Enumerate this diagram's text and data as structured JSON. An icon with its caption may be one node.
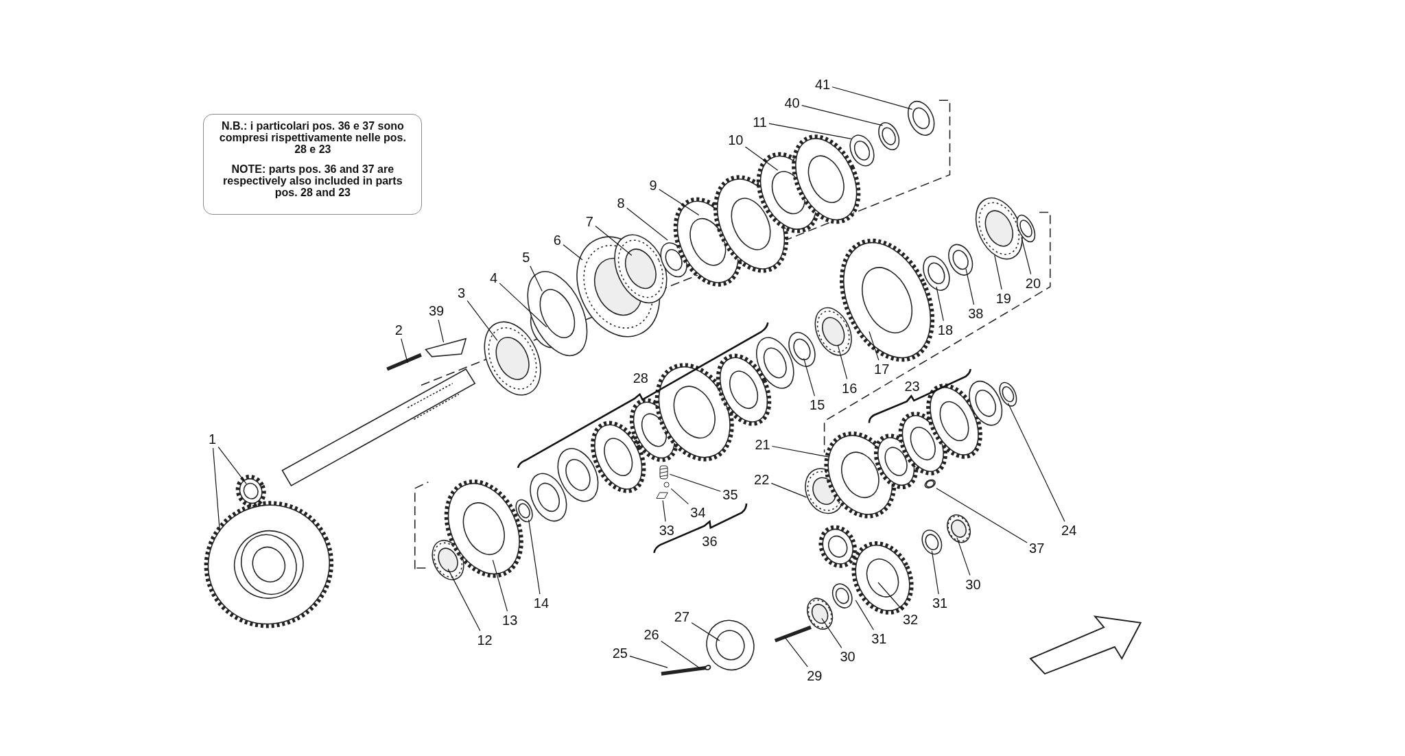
{
  "diagram": {
    "nodes": [
      {
        "text": [
          "N.B.: i particolari pos. 36 e 37 sono compresi rispettivamente nelle pos. 28 e 23",
          "NOTE: parts pos. 36 and 37 are respectively also included in parts pos. 28 and 23"
        ]
      },
      {
        "text": [
          "1"
        ]
      },
      {
        "text": [
          "41"
        ]
      },
      {
        "text": [
          "40"
        ]
      },
      {
        "text": [
          "11"
        ]
      },
      {
        "text": [
          "10"
        ]
      },
      {
        "text": [
          "9"
        ]
      },
      {
        "text": [
          "8"
        ]
      },
      {
        "text": [
          "7"
        ]
      },
      {
        "text": [
          "6"
        ]
      },
      {
        "text": [
          "5"
        ]
      },
      {
        "text": [
          "4"
        ]
      },
      {
        "text": [
          "3"
        ]
      },
      {
        "text": [
          "39"
        ]
      },
      {
        "text": [
          "2"
        ]
      },
      {
        "text": [
          "20"
        ]
      },
      {
        "text": [
          "19"
        ]
      },
      {
        "text": [
          "38"
        ]
      },
      {
        "text": [
          "18"
        ]
      },
      {
        "text": [
          "17"
        ]
      },
      {
        "text": [
          "16"
        ]
      },
      {
        "text": [
          "15"
        ]
      },
      {
        "text": [
          "21"
        ]
      },
      {
        "text": [
          "22"
        ]
      },
      {
        "text": [
          "35"
        ]
      },
      {
        "text": [
          "34"
        ]
      },
      {
        "text": [
          "33"
        ]
      },
      {
        "text": [
          "24"
        ]
      },
      {
        "text": [
          "37"
        ]
      },
      {
        "text": [
          "14"
        ]
      },
      {
        "text": [
          "13"
        ]
      },
      {
        "text": [
          "12"
        ]
      },
      {
        "text": [
          "30"
        ]
      },
      {
        "text": [
          "31"
        ]
      },
      {
        "text": [
          "32"
        ]
      },
      {
        "text": [
          "31"
        ]
      },
      {
        "text": [
          "30"
        ]
      },
      {
        "text": [
          "27"
        ]
      },
      {
        "text": [
          "26"
        ]
      },
      {
        "text": [
          "29"
        ]
      },
      {
        "text": [
          "25"
        ]
      },
      {
        "text": [
          "28"
        ]
      },
      {
        "text": [
          "23"
        ]
      },
      {
        "text": [
          "36"
        ]
      },
      {
        "text": [],
        "shape": "spring"
      },
      {
        "text": [],
        "shape": "circle"
      },
      {
        "text": [],
        "shape": "box"
      }
    ],
    "edges": [
      {
        "from": 1,
        "to": null,
        "arrow": "none"
      },
      {
        "from": 1,
        "to": null,
        "arrow": "none"
      },
      {
        "from": 2,
        "to": null,
        "arrow": "none"
      },
      {
        "from": 3,
        "to": null,
        "arrow": "none"
      },
      {
        "from": 4,
        "to": null,
        "arrow": "none"
      },
      {
        "from": 5,
        "to": null,
        "arrow": "none"
      },
      {
        "from": 6,
        "to": null,
        "arrow": "none"
      },
      {
        "from": 7,
        "to": null,
        "arrow": "none"
      },
      {
        "from": 8,
        "to": null,
        "arrow": "none"
      },
      {
        "from": 9,
        "to": null,
        "arrow": "none"
      },
      {
        "from": 10,
        "to": null,
        "arrow": "none"
      },
      {
        "from": 11,
        "to": null,
        "arrow": "none"
      },
      {
        "from": 12,
        "to": null,
        "arrow": "none"
      },
      {
        "from": 13,
        "to": null,
        "arrow": "none"
      },
      {
        "from": 14,
        "to": null,
        "arrow": "none"
      },
      {
        "from": 15,
        "to": null,
        "arrow": "none"
      },
      {
        "from": 16,
        "to": null,
        "arrow": "none"
      },
      {
        "from": 17,
        "to": null,
        "arrow": "none"
      },
      {
        "from": 18,
        "to": null,
        "arrow": "none"
      },
      {
        "from": 19,
        "to": null,
        "arrow": "none"
      },
      {
        "from": 20,
        "to": null,
        "arrow": "none"
      },
      {
        "from": 21,
        "to": null,
        "arrow": "none"
      },
      {
        "from": 22,
        "to": null,
        "arrow": "none"
      },
      {
        "from": 23,
        "to": null,
        "arrow": "none"
      },
      {
        "from": 24,
        "to": 44,
        "arrow": "none"
      },
      {
        "from": 25,
        "to": 45,
        "arrow": "none"
      },
      {
        "from": 26,
        "to": 46,
        "arrow": "none"
      },
      {
        "from": 27,
        "to": null,
        "arrow": "none"
      },
      {
        "from": 28,
        "to": null,
        "arrow": "none"
      },
      {
        "from": 29,
        "to": null,
        "arrow": "none"
      },
      {
        "from": 30,
        "to": null,
        "arrow": "none"
      },
      {
        "from": 31,
        "to": null,
        "arrow": "none"
      },
      {
        "from": 32,
        "to": null,
        "arrow": "none"
      },
      {
        "from": 33,
        "to": null,
        "arrow": "none"
      },
      {
        "from": 34,
        "to": null,
        "arrow": "none"
      },
      {
        "from": 35,
        "to": null,
        "arrow": "none"
      },
      {
        "from": 36,
        "to": null,
        "arrow": "none"
      },
      {
        "from": 37,
        "to": null,
        "arrow": "none"
      },
      {
        "from": 38,
        "to": null,
        "arrow": "none"
      },
      {
        "from": 39,
        "to": null,
        "arrow": "none"
      },
      {
        "from": 40,
        "to": null,
        "arrow": "none"
      }
    ]
  }
}
